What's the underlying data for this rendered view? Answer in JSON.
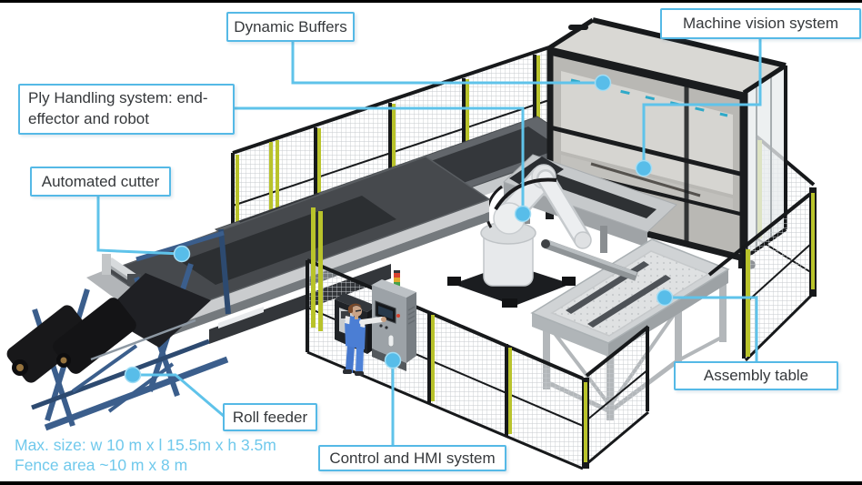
{
  "figure": {
    "description": "Isometric 3D layout of an automated composite ply manufacturing cell with safety fencing and labelled equipment"
  },
  "callouts": {
    "dynamic_buffers": {
      "label": "Dynamic Buffers"
    },
    "machine_vision": {
      "label": "Machine vision system"
    },
    "ply_handling": {
      "label": "Ply Handling system: end-effector and robot"
    },
    "automated_cutter": {
      "label": "Automated cutter"
    },
    "roll_feeder": {
      "label": "Roll feeder"
    },
    "control_hmi": {
      "label": "Control and HMI system"
    },
    "assembly_table": {
      "label": "Assembly table"
    }
  },
  "notes": {
    "max_size": "Max. size: w 10 m x l 15.5m x h 3.5m",
    "fence_area": "Fence area ~10 m x 8 m"
  },
  "colors": {
    "callout_border": "#55b9e6",
    "leader_line": "#5fc3ea",
    "leader_dot": "#58bde9",
    "note_text": "#70c9ec",
    "fence_accent_yellow": "#b9c32b",
    "fence_frame_black": "#17191b",
    "robot_white": "#e9ebed",
    "roll_feeder_blue": "#3b5e8c",
    "table_dark_top": "#46494d"
  }
}
